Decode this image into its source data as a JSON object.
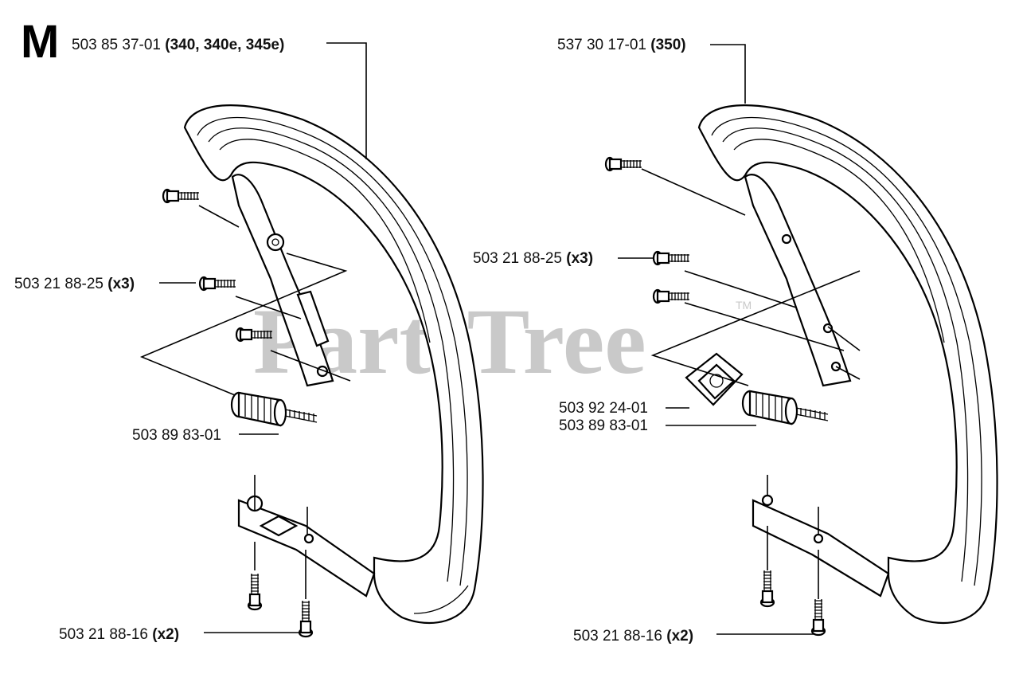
{
  "section": "M",
  "watermark": {
    "text": "PartsTree",
    "tm": "TM"
  },
  "left": {
    "handle": {
      "part": "503 85 37-01",
      "qty": "(340, 340e, 345e)"
    },
    "screw_top": {
      "part": "503 21 88-25",
      "qty": "(x3)"
    },
    "damper": {
      "part": "503 89 83-01"
    },
    "screw_bottom": {
      "part": "503 21 88-16",
      "qty": "(x2)"
    }
  },
  "right": {
    "handle": {
      "part": "537 30 17-01",
      "qty": "(350)"
    },
    "screw_top": {
      "part": "503 21 88-25",
      "qty": "(x3)"
    },
    "bracket": {
      "part": "503 92 24-01"
    },
    "damper": {
      "part": "503 89 83-01"
    },
    "screw_bottom": {
      "part": "503 21 88-16",
      "qty": "(x2)"
    }
  }
}
